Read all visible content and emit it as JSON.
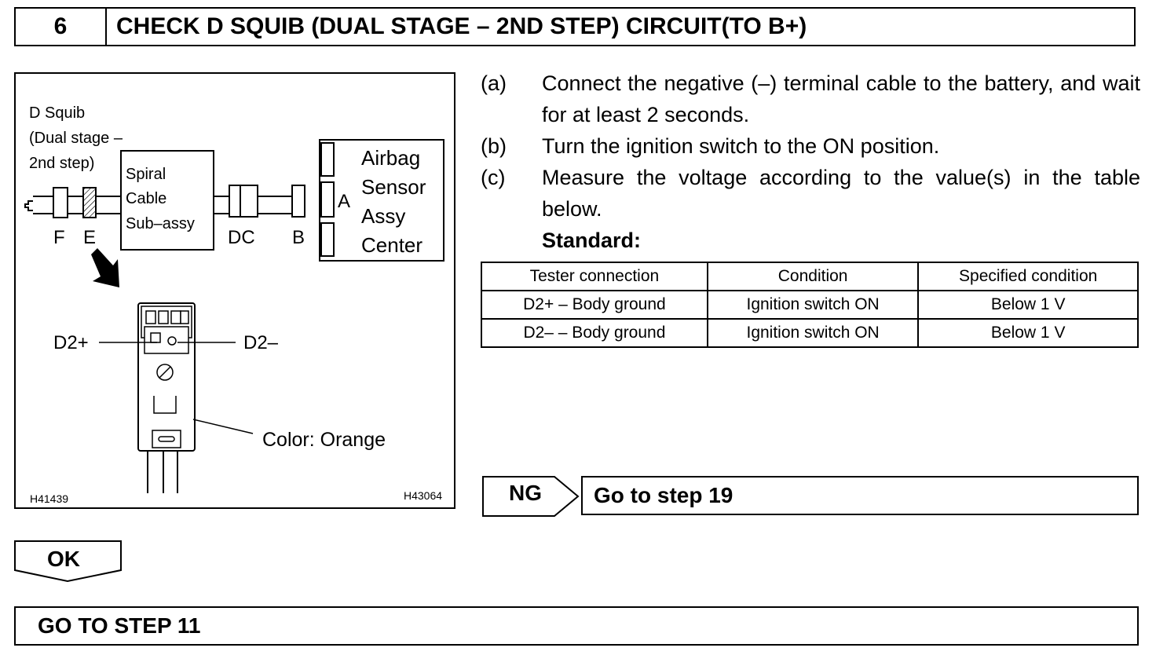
{
  "header": {
    "step_number": "6",
    "title": "CHECK D SQUIB (DUAL STAGE – 2ND STEP) CIRCUIT(TO B+)"
  },
  "diagram": {
    "squib_label_1": "D Squib",
    "squib_label_2": "(Dual stage –",
    "squib_label_3": "2nd step)",
    "spiral_1": "Spiral",
    "spiral_2": "Cable",
    "spiral_3": "Sub–assy",
    "airbag_1": "Airbag",
    "airbag_2": "Sensor",
    "airbag_3": "Assy",
    "airbag_4": "Center",
    "conn_f": "F",
    "conn_e": "E",
    "conn_dc": "DC",
    "conn_b": "B",
    "conn_a": "A",
    "d2_plus": "D2+",
    "d2_minus": "D2–",
    "color_note": "Color: Orange",
    "code_left": "H41439",
    "code_right": "H43064"
  },
  "procedure": [
    {
      "label": "(a)",
      "text": "Connect the negative (–) terminal cable to the battery, and wait for at least 2 seconds."
    },
    {
      "label": "(b)",
      "text": "Turn the ignition switch to the ON position."
    },
    {
      "label": "(c)",
      "text": "Measure the voltage according to the value(s) in the table below."
    }
  ],
  "standard_label": "Standard:",
  "table": {
    "headers": [
      "Tester connection",
      "Condition",
      "Specified condition"
    ],
    "rows": [
      [
        "D2+ – Body ground",
        "Ignition switch ON",
        "Below 1 V"
      ],
      [
        "D2– – Body ground",
        "Ignition switch ON",
        "Below 1 V"
      ]
    ]
  },
  "ng": {
    "label": "NG",
    "action": "Go to step 19"
  },
  "ok": {
    "label": "OK"
  },
  "footer": {
    "text": "GO TO STEP 11"
  }
}
